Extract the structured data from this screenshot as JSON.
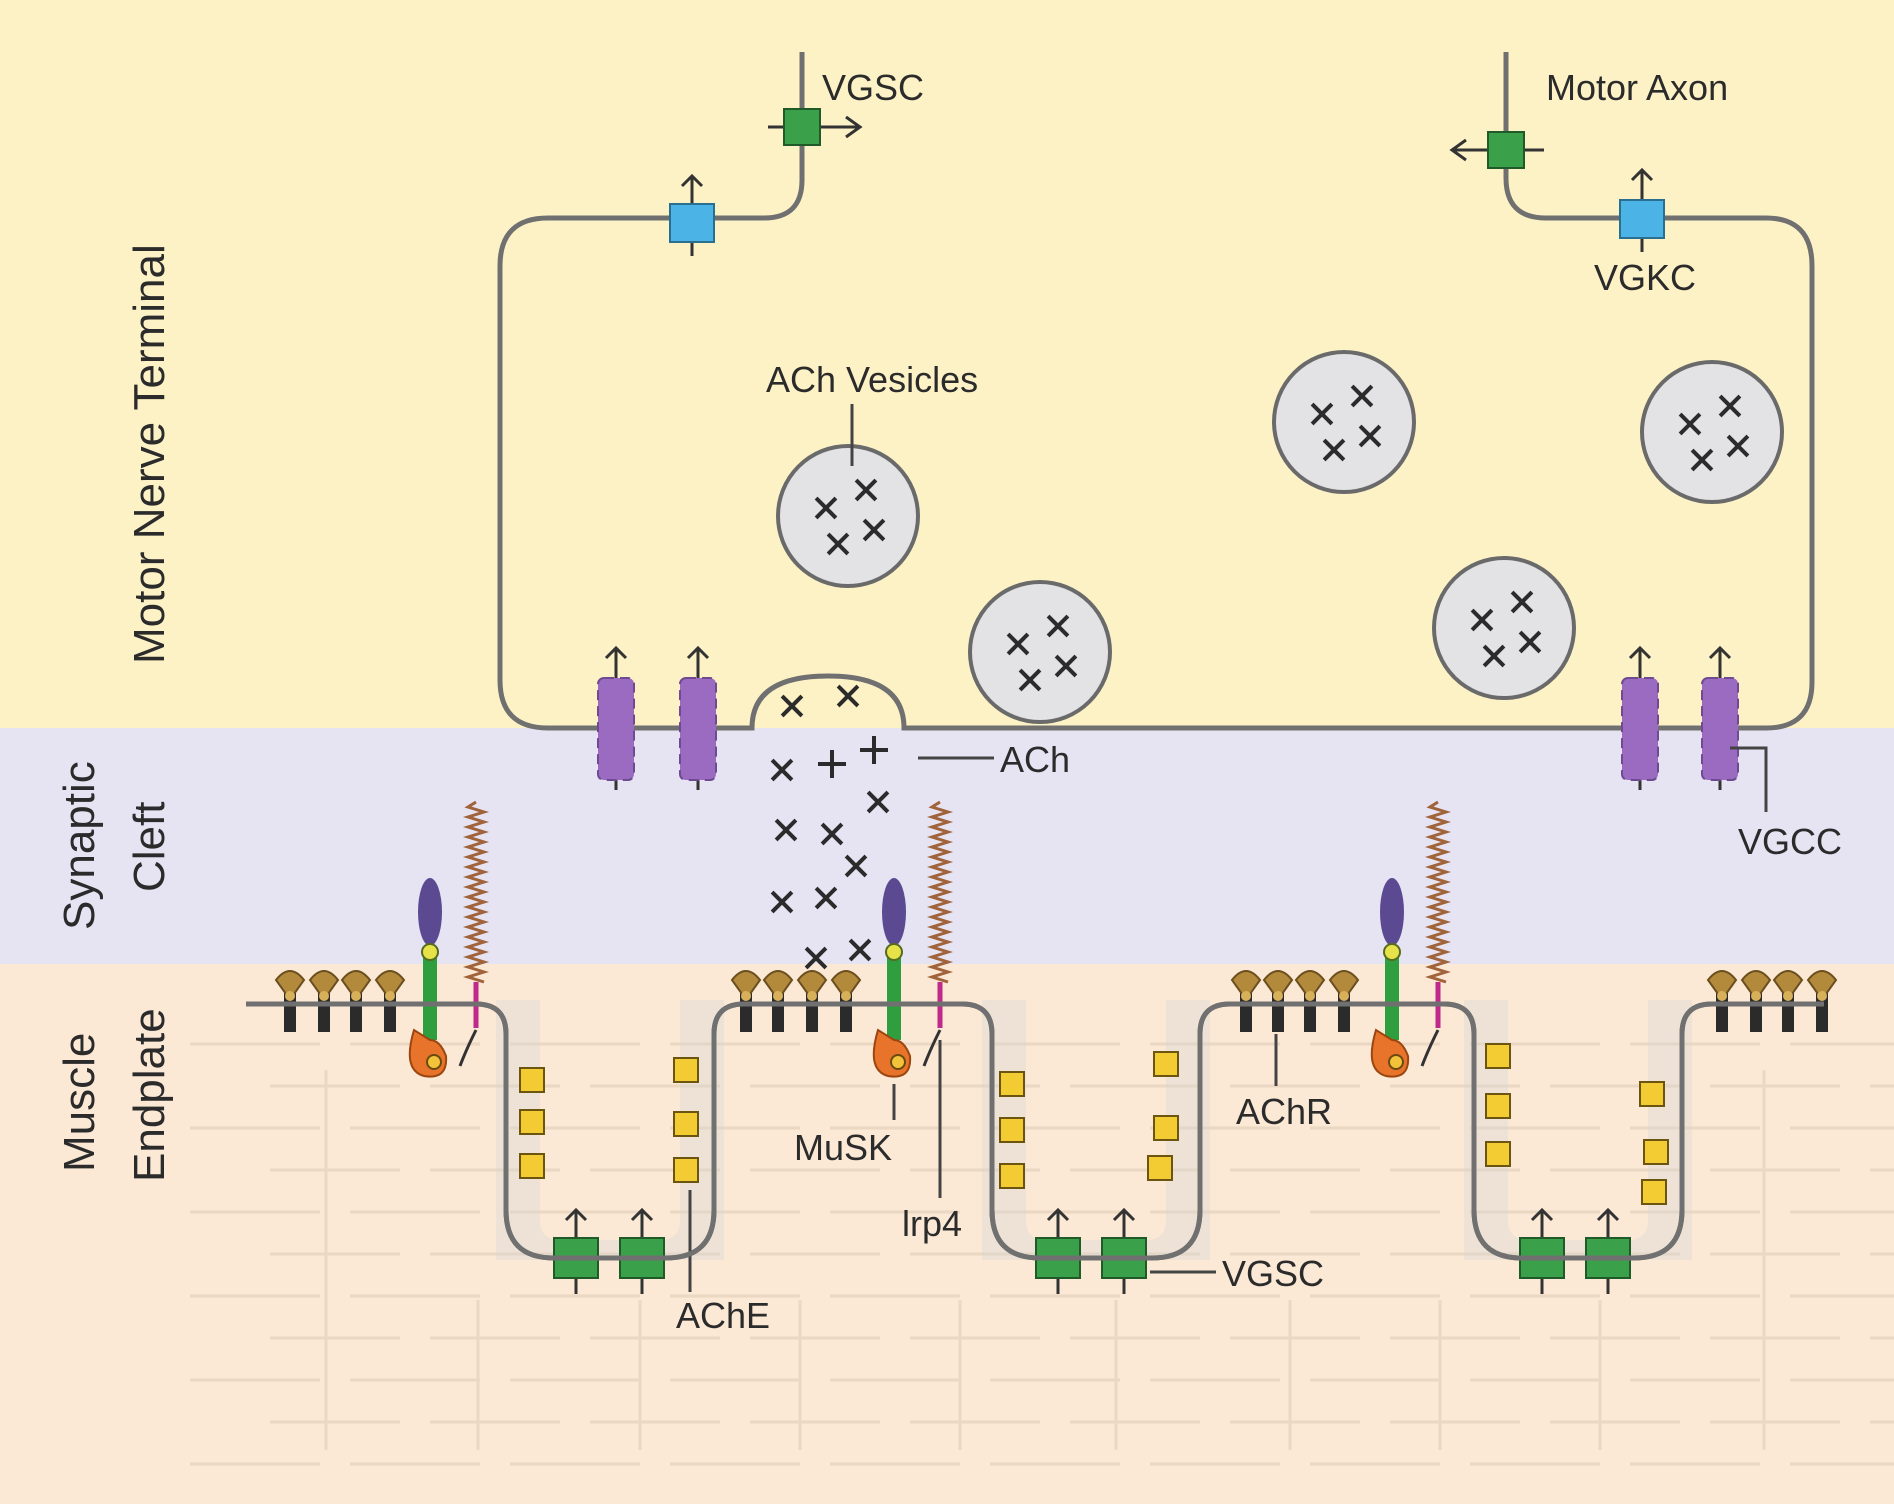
{
  "regions": {
    "terminal": "Motor Nerve Terminal",
    "cleft_line1": "Synaptic",
    "cleft_line2": "Cleft",
    "endplate_line1": "Muscle",
    "endplate_line2": "Endplate"
  },
  "labels": {
    "vgsc_axon": "VGSC",
    "motor_axon": "Motor Axon",
    "vgkc": "VGKC",
    "ach_vesicles": "ACh Vesicles",
    "ach": "ACh",
    "vgcc": "VGCC",
    "achr": "AChR",
    "musk": "MuSK",
    "lrp4": "lrp4",
    "ache": "AChE",
    "vgsc_muscle": "VGSC"
  },
  "colors": {
    "terminal_bg": "#fdf2c6",
    "cleft_bg": "#e6e3f2",
    "endplate_bg": "#fbe9d6",
    "membrane": "#707070",
    "vgsc": "#3aa14a",
    "vgkc": "#4bb3e6",
    "vgcc": "#9a6bc0",
    "vesicle": "#e3e3e6",
    "ache": "#f3cc34",
    "musk_kinase": "#e8732a",
    "agrin": "#5b4a92",
    "lrp4_coil": "#a0633a"
  }
}
